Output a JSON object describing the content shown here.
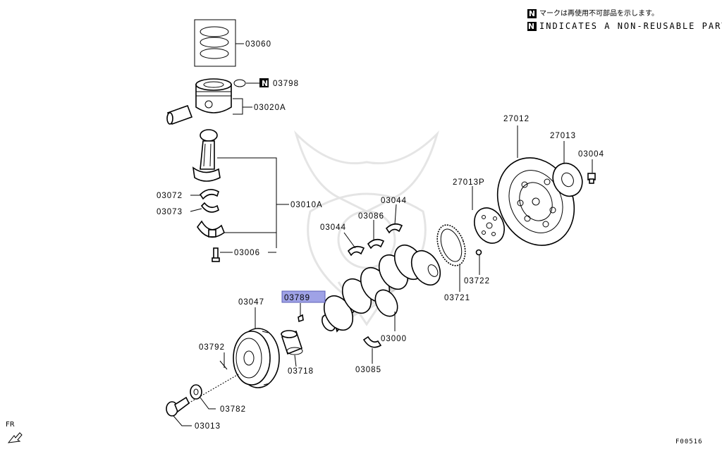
{
  "legend": {
    "mark": "N",
    "line_jp": "マークは再使用不可部品を示します。",
    "line_en": "INDICATES A NON-REUSABLE PART."
  },
  "parts": {
    "p03060": "03060",
    "p03798": "03798",
    "p03020a": "03020A",
    "p03010a": "03010A",
    "p03072": "03072",
    "p03073": "03073",
    "p03006": "03006",
    "p27012": "27012",
    "p27013": "27013",
    "p03004": "03004",
    "p27013p": "27013P",
    "p03044a": "03044",
    "p03044b": "03044",
    "p03086": "03086",
    "p03722": "03722",
    "p03721": "03721",
    "p03789": "03789",
    "p03047": "03047",
    "p03000": "03000",
    "p03792": "03792",
    "p03718": "03718",
    "p03085": "03085",
    "p03782": "03782",
    "p03013": "03013"
  },
  "highlighted_part": "03789",
  "highlight_color": "#9fa2e6",
  "orientation_label": "FR",
  "figure_code": "F00516"
}
